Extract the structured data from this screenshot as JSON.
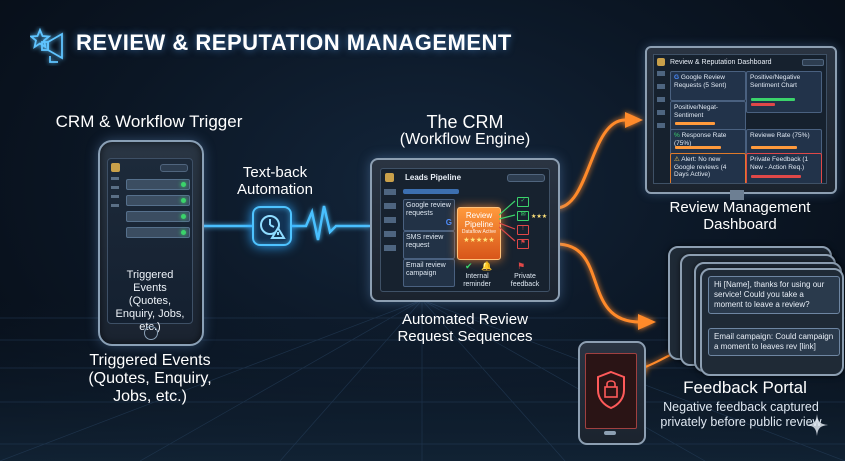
{
  "title": "REVIEW & REPUTATION MANAGEMENT",
  "crm_trigger": {
    "heading": "CRM & Workflow Trigger",
    "phone_text": "Triggered Events (Quotes, Enquiry, Jobs, etc.)",
    "caption_lines": [
      "Triggered Events",
      "(Quotes, Enquiry,",
      "Jobs, etc.)"
    ]
  },
  "textback": {
    "label_lines": [
      "Text-back",
      "Automation"
    ]
  },
  "crm": {
    "heading": "The CRM",
    "subheading": "(Workflow Engine)",
    "screen_title": "Leads Pipeline",
    "cards": [
      "Google review requests",
      "SMS review request",
      "Email review campaign"
    ],
    "pipeline_label": "Review Pipeline",
    "pipeline_sub": "Dataflow Active",
    "stars": "★★★★★",
    "internal_reminder": "Internal reminder",
    "private_feedback": "Private feedback",
    "caption_lines": [
      "Automated Review",
      "Request Sequences"
    ]
  },
  "dashboard": {
    "screen_title": "Review & Reputation Dashboard",
    "cards": [
      "Google Review Requests (5 Sent)",
      "Positive/Negative Sentiment Chart",
      "Positive/Negat-Sentiment",
      "Response Rate (75%)",
      "Reviewe Rate (75%)",
      "Alert: No new Google reviews (4 Days Active)",
      "Private Feedback (1 New - Action Req.)"
    ],
    "caption_lines": [
      "Review Management",
      "Dashboard"
    ]
  },
  "feedback": {
    "bubble_1": "Hi [Name], thanks for using our service! Could you take a moment to leave a review?",
    "bubble_2": "Email campaign: Could campaign a moment to leaves rev [link]",
    "heading": "Feedback Portal",
    "caption_lines": [
      "Negative feedback captured",
      "privately before public review"
    ]
  },
  "colors": {
    "accent_blue": "#3fb6ff",
    "accent_orange": "#ff8a2a",
    "success_green": "#3bd36b",
    "alert_red": "#e04848"
  }
}
